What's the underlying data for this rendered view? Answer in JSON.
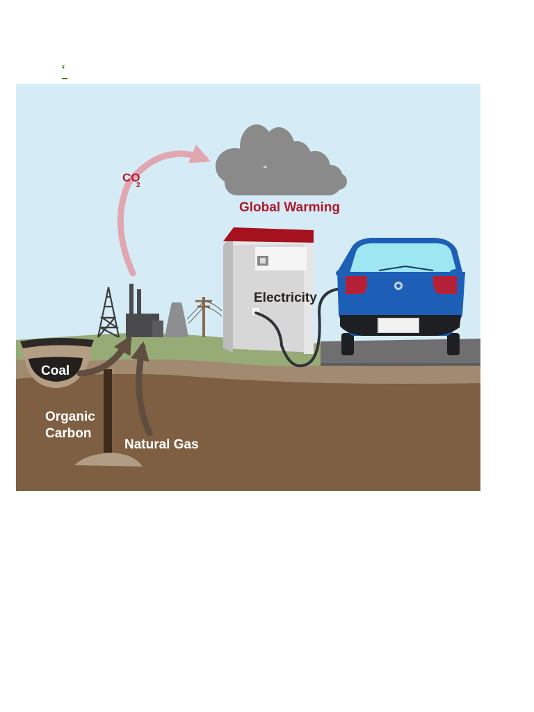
{
  "header": {
    "mark": "‘"
  },
  "diagram": {
    "labels": {
      "co2": "CO",
      "co2_subscript": "2",
      "global_warming": "Global Warming",
      "electricity": "Electricity",
      "coal": "Coal",
      "organic_carbon_line1": "Organic",
      "organic_carbon_line2": "Carbon",
      "natural_gas": "Natural Gas"
    },
    "colors": {
      "sky": "#d5ecf6",
      "grass": "#97ab77",
      "topsoil": "#a28a71",
      "soil": "#7e5f42",
      "road": "#6f6f70",
      "co2_arrow": "#e2a6b1",
      "accent_red": "#b0182b",
      "cloud": "#8a8a8b",
      "station_roof": "#a6111e",
      "car_blue": "#1d5fb6",
      "underground_arrow": "#5f4e40"
    }
  }
}
